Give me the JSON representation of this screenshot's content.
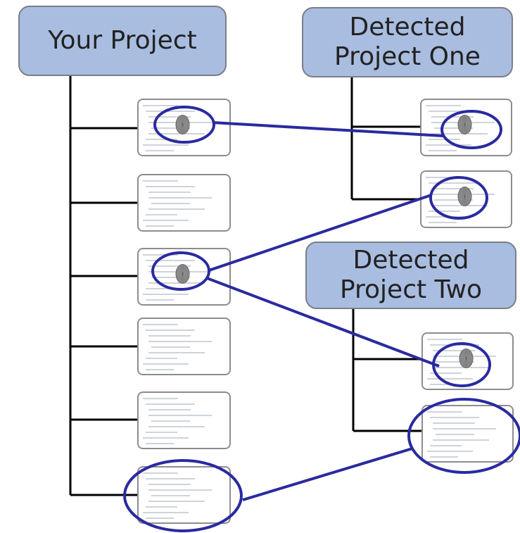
{
  "projects": {
    "your_project": "Your Project",
    "detected_one": "Detected\nProject One",
    "detected_two": "Detected\nProject Two"
  },
  "colors": {
    "box_fill": "#a9bde0",
    "match_line": "#2a2aa0",
    "tree_line": "#000000"
  },
  "files": {
    "your_project": [
      "fingerprint",
      "code",
      "fingerprint",
      "code",
      "code",
      "code"
    ],
    "detected_one": [
      "fingerprint",
      "fingerprint"
    ],
    "detected_two": [
      "fingerprint",
      "code"
    ]
  },
  "matches": [
    {
      "from": "your_project.0",
      "to": "detected_one.0"
    },
    {
      "from": "your_project.2",
      "to": "detected_one.1"
    },
    {
      "from": "your_project.2",
      "to": "detected_two.0"
    },
    {
      "from": "your_project.5",
      "to": "detected_two.1"
    }
  ]
}
